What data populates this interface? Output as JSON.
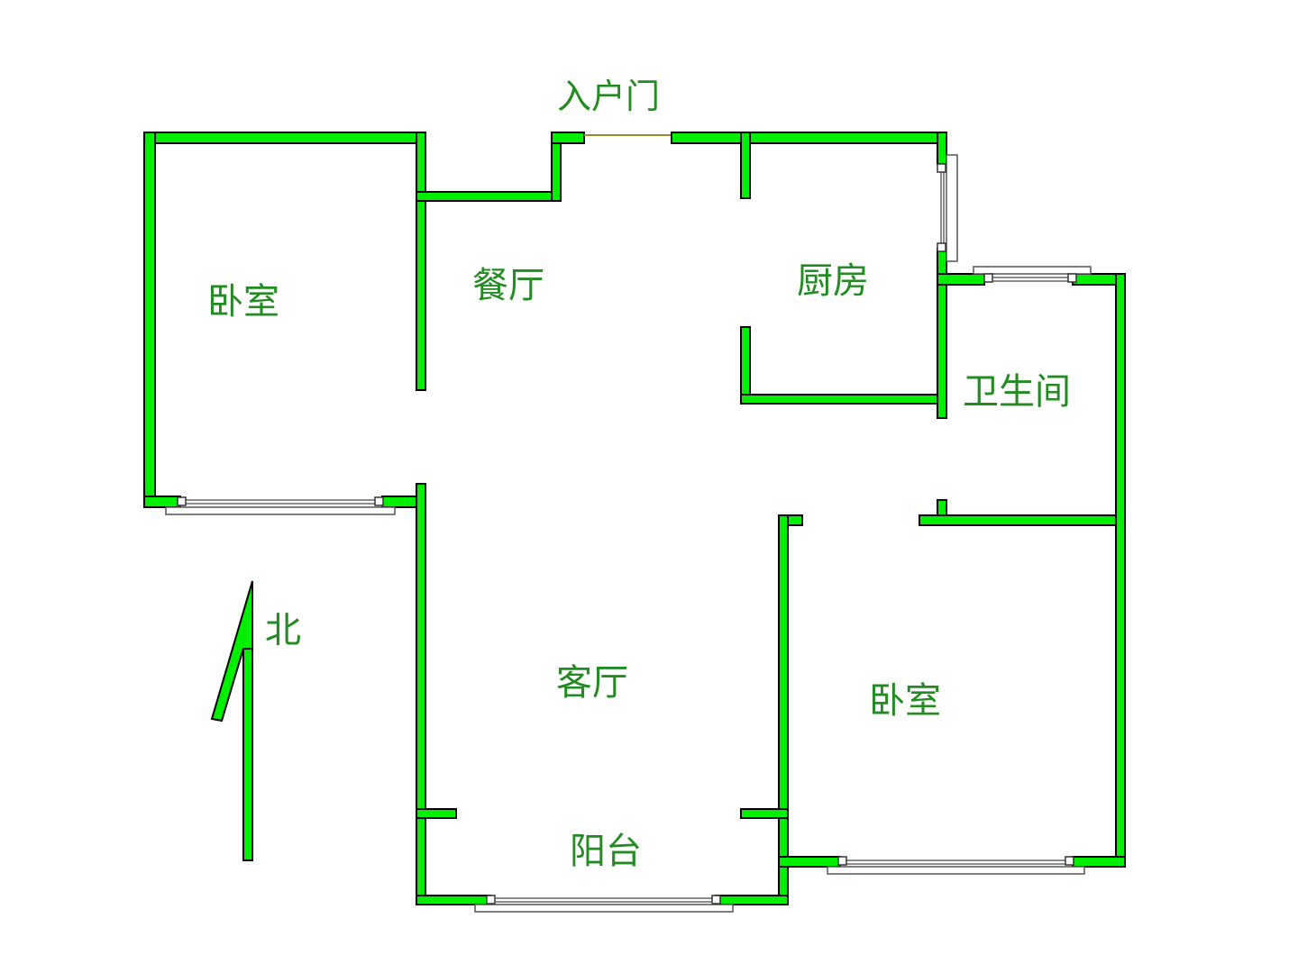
{
  "colors": {
    "wall": "#00ee00",
    "label": "#228b22",
    "background": "#ffffff"
  },
  "labels": {
    "entry_door": "入户门",
    "bedroom_north": "卧室",
    "dining": "餐厅",
    "kitchen": "厨房",
    "bathroom": "卫生间",
    "living": "客厅",
    "bedroom_south": "卧室",
    "balcony": "阳台",
    "north": "北"
  },
  "icons": {
    "compass": "north-arrow-icon"
  }
}
